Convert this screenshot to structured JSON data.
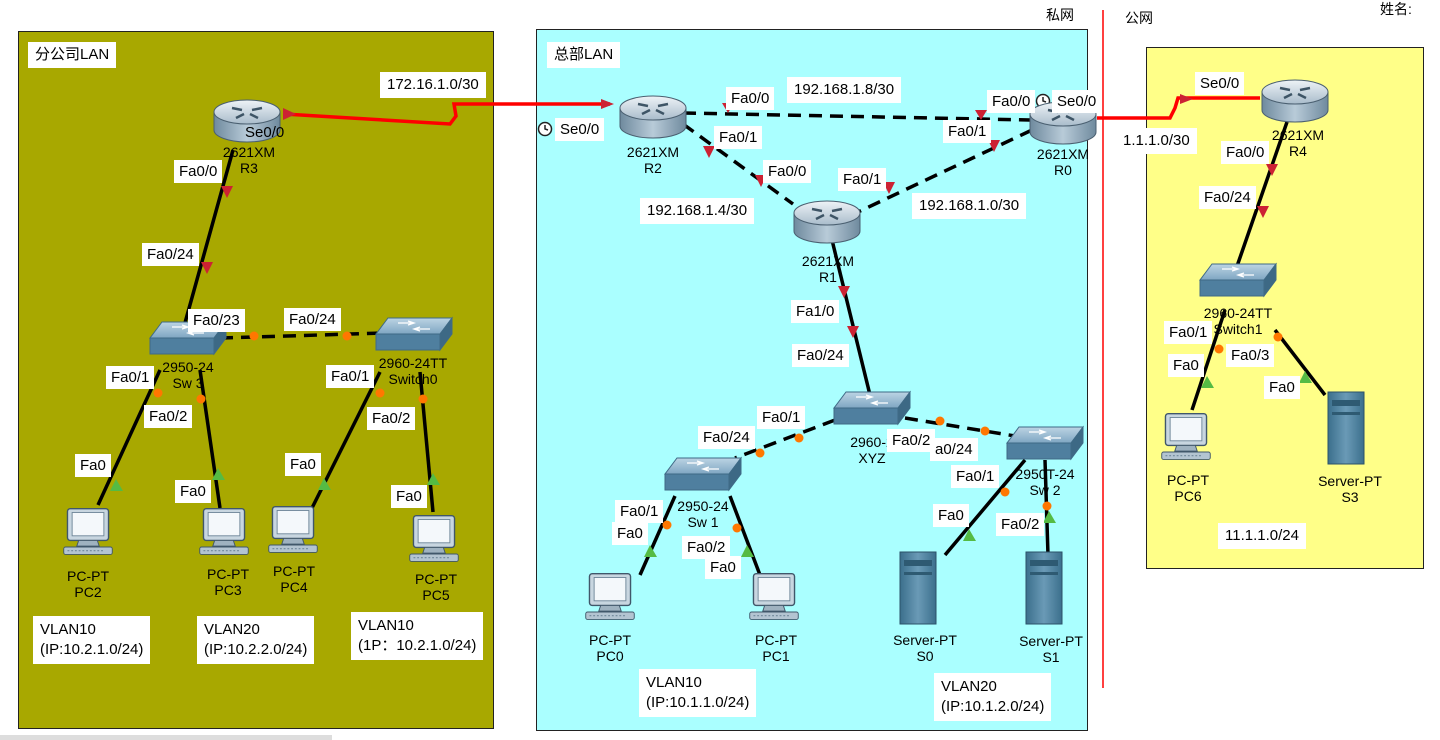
{
  "areas": {
    "branch": {
      "title": "分公司LAN"
    },
    "hq": {
      "title": "总部LAN"
    },
    "public": {}
  },
  "header": {
    "private_label": "私网",
    "public_label": "公网",
    "name_label": "姓名:"
  },
  "subnet_labels": {
    "s172": "172.16.1.0/30",
    "s192_8": "192.168.1.8/30",
    "s192_4": "192.168.1.4/30",
    "s192_0": "192.168.1.0/30",
    "s111": "1.1.1.0/30",
    "s11": "11.1.1.0/24"
  },
  "vlan_labels": {
    "pc2": "VLAN10\n(IP:10.2.1.0/24)",
    "pc3": "VLAN20\n(IP:10.2.2.0/24)",
    "pc45": "VLAN10\n(1P：10.2.1.0/24)",
    "pc01": "VLAN10\n(IP:10.1.1.0/24)",
    "srv": "VLAN20\n(IP:10.1.2.0/24)"
  },
  "devices": {
    "r3": {
      "model": "2621XM",
      "name": "R3"
    },
    "r2": {
      "model": "2621XM",
      "name": "R2"
    },
    "r0": {
      "model": "2621XM",
      "name": "R0"
    },
    "r1": {
      "model": "2621XM",
      "name": "R1"
    },
    "r4": {
      "model": "2621XM",
      "name": "R4"
    },
    "sw3": {
      "model": "2950-24",
      "name": "Sw 3"
    },
    "switch0": {
      "model": "2960-24TT",
      "name": "Switch0"
    },
    "xyz": {
      "model": "2960-2",
      "name": "XYZ"
    },
    "sw1": {
      "model": "2950-24",
      "name": "Sw 1"
    },
    "sw2": {
      "model": "2950T-24",
      "name": "Sw 2"
    },
    "switch1": {
      "model": "2960-24TT",
      "name": "Switch1"
    },
    "pc2": {
      "model": "PC-PT",
      "name": "PC2"
    },
    "pc3": {
      "model": "PC-PT",
      "name": "PC3"
    },
    "pc4": {
      "model": "PC-PT",
      "name": "PC4"
    },
    "pc5": {
      "model": "PC-PT",
      "name": "PC5"
    },
    "pc0": {
      "model": "PC-PT",
      "name": "PC0"
    },
    "pc1": {
      "model": "PC-PT",
      "name": "PC1"
    },
    "pc6": {
      "model": "PC-PT",
      "name": "PC6"
    },
    "s0": {
      "model": "Server-PT",
      "name": "S0"
    },
    "s1": {
      "model": "Server-PT",
      "name": "S1"
    },
    "s3": {
      "model": "Server-PT",
      "name": "S3"
    }
  },
  "ports": {
    "r3_se": "Se0/0",
    "r3_fa": "Fa0/0",
    "sw3_up": "Fa0/24",
    "sw3_fa23": "Fa0/23",
    "sw0_fa24": "Fa0/24",
    "sw3_fa1": "Fa0/1",
    "sw3_fa2": "Fa0/2",
    "sw0_fa1": "Fa0/1",
    "sw0_fa2": "Fa0/2",
    "pc2_fa": "Fa0",
    "pc3_fa": "Fa0",
    "pc4_fa": "Fa0",
    "pc5_fa": "Fa0",
    "r2_se": "Se0/0",
    "r2_fa0": "Fa0/0",
    "r2_fa1": "Fa0/1",
    "r1_fa0": "Fa0/0",
    "r1_fa1": "Fa0/1",
    "r0_fa0": "Fa0/0",
    "r0_se": "Se0/0",
    "r0_fa1": "Fa0/1",
    "r1_fa10": "Fa1/0",
    "xyz_fa24": "Fa0/24",
    "xyz_fa1": "Fa0/1",
    "sw1_fa24": "Fa0/24",
    "xyz_fa2": "Fa0/2",
    "sw2_fa24": "a0/24",
    "sw2_fa1": "Fa0/1",
    "sw2_fa2": "Fa0/2",
    "sw1_fa1": "Fa0/1",
    "pc0_fa": "Fa0",
    "sw1_fa2": "Fa0/2",
    "pc1_fa": "Fa0",
    "s0_fa": "Fa0",
    "r4_se": "Se0/0",
    "r4_fa": "Fa0/0",
    "sw4_up": "Fa0/24",
    "sw4_fa1": "Fa0/1",
    "sw4_fa3": "Fa0/3",
    "pc6_fa": "Fa0",
    "s3_fa": "Fa0"
  },
  "colors": {
    "branch_bg": "#a8a800",
    "hq_bg": "#aaffff",
    "public_bg": "#ffff88",
    "serial_link": "#ff0000",
    "divider": "#ff0000",
    "link_down": "#cc2233",
    "link_up": "#55bb44",
    "port_orange": "#ff7700"
  },
  "icons": [
    "router-icon",
    "switch-icon",
    "pc-icon",
    "server-icon",
    "clock-icon"
  ]
}
